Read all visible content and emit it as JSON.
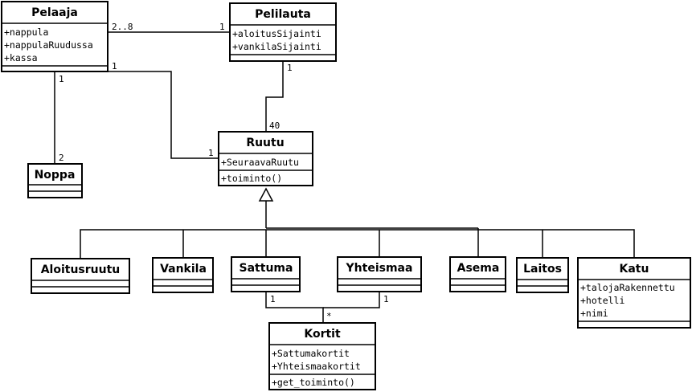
{
  "classes": {
    "pelaaja": {
      "name": "Pelaaja",
      "attributes": [
        "+nappula",
        "+nappulaRuudussa",
        "+kassa"
      ],
      "operations": []
    },
    "pelilauta": {
      "name": "Pelilauta",
      "attributes": [
        "+aloitusSijainti",
        "+vankilaSijainti"
      ],
      "operations": []
    },
    "ruutu": {
      "name": "Ruutu",
      "attributes": [
        "+SeuraavaRuutu"
      ],
      "operations": [
        "+toiminto()"
      ]
    },
    "noppa": {
      "name": "Noppa",
      "attributes": [],
      "operations": []
    },
    "aloitusruutu": {
      "name": "Aloitusruutu",
      "attributes": [],
      "operations": []
    },
    "vankila": {
      "name": "Vankila",
      "attributes": [],
      "operations": []
    },
    "sattuma": {
      "name": "Sattuma",
      "attributes": [],
      "operations": []
    },
    "yhteismaa": {
      "name": "Yhteismaa",
      "attributes": [],
      "operations": []
    },
    "asema": {
      "name": "Asema",
      "attributes": [],
      "operations": []
    },
    "laitos": {
      "name": "Laitos",
      "attributes": [],
      "operations": []
    },
    "katu": {
      "name": "Katu",
      "attributes": [
        "+talojaRakennettu",
        "+hotelli",
        "+nimi"
      ],
      "operations": []
    },
    "kortit": {
      "name": "Kortit",
      "attributes": [
        "+Sattumakortit",
        "+Yhteismaakortit"
      ],
      "operations": [
        "+get_toiminto()"
      ]
    }
  },
  "multiplicities": {
    "pelaaja_pelilauta_pelaaja_end": "2..8",
    "pelaaja_pelilauta_pelilauta_end": "1",
    "pelaaja_noppa_pelaaja_end": "1",
    "pelaaja_noppa_noppa_end": "2",
    "pelaaja_ruutu_pelaaja_end": "1",
    "pelaaja_ruutu_ruutu_end": "1",
    "pelilauta_ruutu_pelilauta_end": "1",
    "pelilauta_ruutu_ruutu_end": "40",
    "sattuma_kortit_sattuma_end": "1",
    "yhteismaa_kortit_yhteismaa_end": "1",
    "kortit_end": "*"
  }
}
